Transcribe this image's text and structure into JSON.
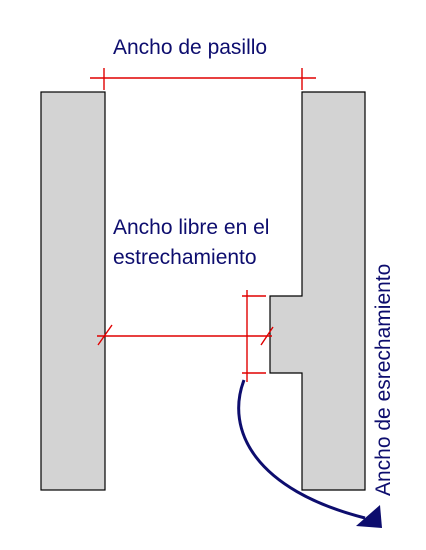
{
  "labels": {
    "corridor_width": "Ancho de pasillo",
    "clear_width_line1": "Ancho libre en el",
    "clear_width_line2": "estrechamiento",
    "narrowing_width": "Ancho de esrechamiento"
  },
  "colors": {
    "wall_fill": "#d3d3d3",
    "wall_stroke": "#000000",
    "dimension_line": "#e00000",
    "text": "#0d0d6e",
    "arrow": "#0d0d6e"
  }
}
